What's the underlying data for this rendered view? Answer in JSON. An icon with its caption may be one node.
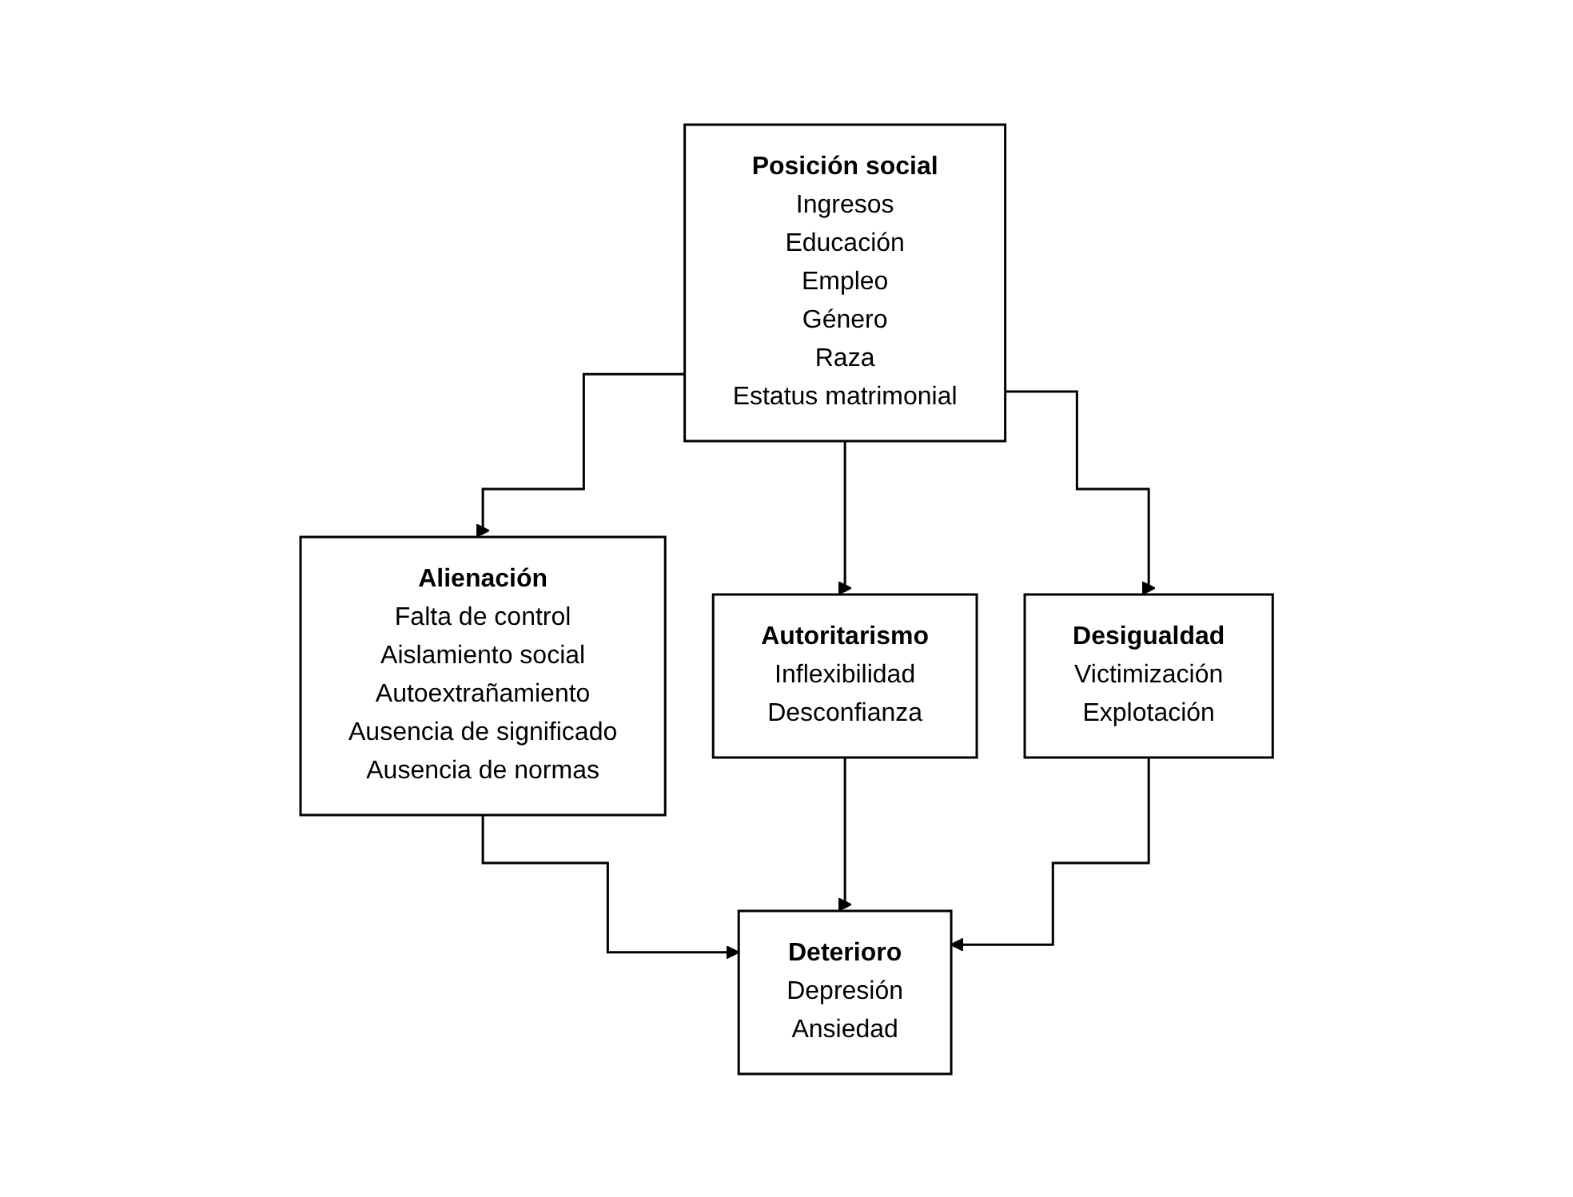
{
  "diagram": {
    "nodes": [
      {
        "text": [
          "Posición social",
          "Ingresos",
          "Educación",
          "Empleo",
          "Género",
          "Raza",
          "Estatus matrimonial"
        ]
      },
      {
        "text": [
          "Alienación",
          "Falta de control",
          "Aislamiento social",
          "Autoextrañamiento",
          "Ausencia de significado",
          "Ausencia de normas"
        ]
      },
      {
        "text": [
          "Autoritarismo",
          "Inflexibilidad",
          "Desconfianza"
        ]
      },
      {
        "text": [
          "Desigualdad",
          "Victimización",
          "Explotación"
        ]
      },
      {
        "text": [
          "Deterioro",
          "Depresión",
          "Ansiedad"
        ]
      }
    ],
    "edges": [
      {
        "from": 0,
        "to": 1,
        "arrow": "to"
      },
      {
        "from": 0,
        "to": 2,
        "arrow": "to"
      },
      {
        "from": 0,
        "to": 3,
        "arrow": "to"
      },
      {
        "from": 1,
        "to": 4,
        "arrow": "to"
      },
      {
        "from": 2,
        "to": 4,
        "arrow": "to"
      },
      {
        "from": 3,
        "to": 4,
        "arrow": "to"
      }
    ]
  }
}
